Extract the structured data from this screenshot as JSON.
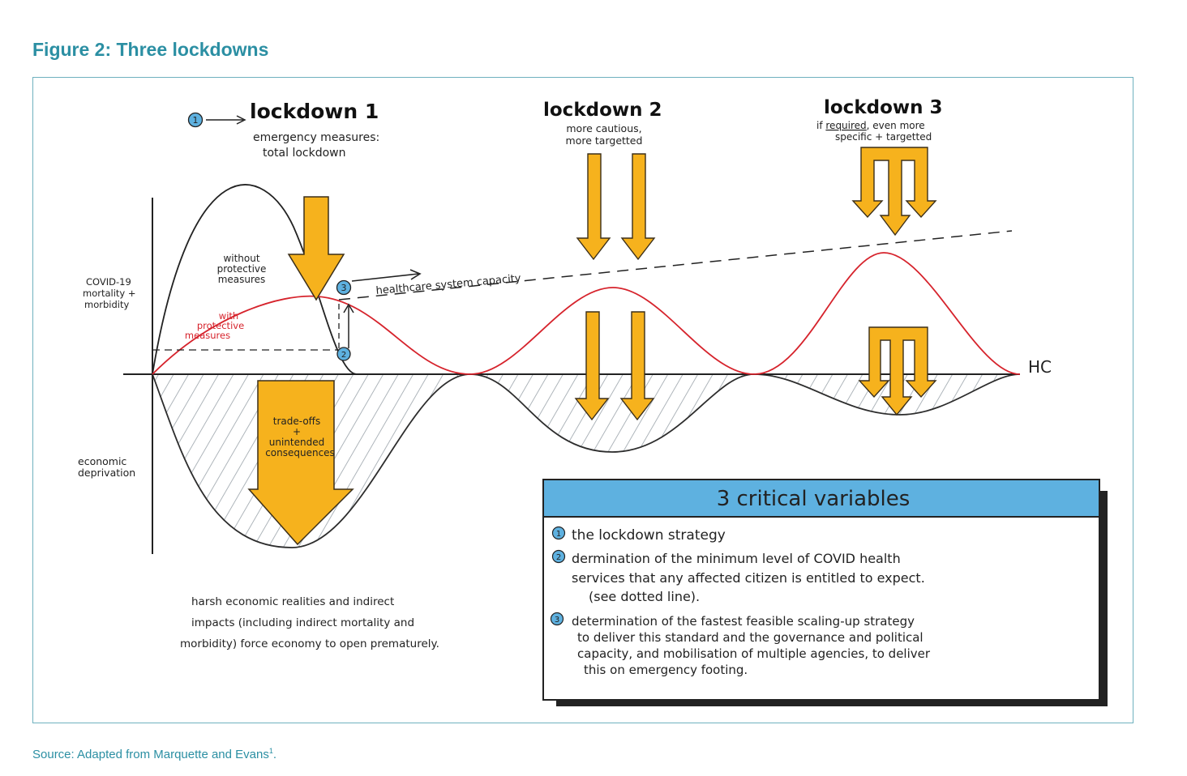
{
  "figure": {
    "title": "Figure 2: Three lockdowns",
    "source_text": "Source: Adapted from Marquette and Evans",
    "source_ref": "1"
  },
  "lockdowns": [
    {
      "marker": "1",
      "title": "lockdown 1",
      "line1": "emergency measures:",
      "line2": "total lockdown"
    },
    {
      "title": "lockdown 2",
      "line1": "more cautious,",
      "line2": "more targetted"
    },
    {
      "title": "lockdown 3",
      "line1_pre": "if",
      "line1_underlined": "required",
      "line1_post": ", even more",
      "line2": "specific + targetted"
    }
  ],
  "axis": {
    "y_top": "COVID-19 mortality + morbidity",
    "y_top_lines": [
      "COVID-19",
      "mortality +",
      "morbidity"
    ],
    "y_bottom_lines": [
      "economic",
      "deprivation"
    ],
    "hc_label": "HC"
  },
  "curves": {
    "without_lines": [
      "without",
      "protective",
      "measures"
    ],
    "with_lines": [
      "with",
      "protective",
      "measures"
    ],
    "capacity_marker": "3",
    "capacity_label": "healthcare system capacity",
    "marker_2": "2"
  },
  "tradeoffs_lines": [
    "trade-offs",
    "+",
    "unintended",
    "consequences"
  ],
  "harsh_lines": [
    "harsh economic realities and indirect",
    "impacts (including indirect mortality and",
    "morbidity) force economy to open prematurely."
  ],
  "variables": {
    "title": "3 critical variables",
    "items": [
      {
        "num": "1",
        "lines": [
          "the lockdown strategy"
        ]
      },
      {
        "num": "2",
        "lines": [
          "dermination of the minimum level of COVID health",
          "services that any affected citizen is entitled to expect.",
          "(see dotted line)."
        ]
      },
      {
        "num": "3",
        "lines": [
          "determination of the fastest feasible scaling-up strategy",
          "to deliver this standard and the governance and political",
          "capacity, and mobilisation of multiple agencies, to deliver",
          "this on emergency footing."
        ]
      }
    ]
  },
  "colors": {
    "arrow_fill": "#f6b21d",
    "arrow_stroke": "#3b2f1a",
    "red_curve": "#d6232c",
    "box_header": "#5eb1e0",
    "marker_fill": "#5eb1e0",
    "title_teal": "#2b8fa3"
  }
}
